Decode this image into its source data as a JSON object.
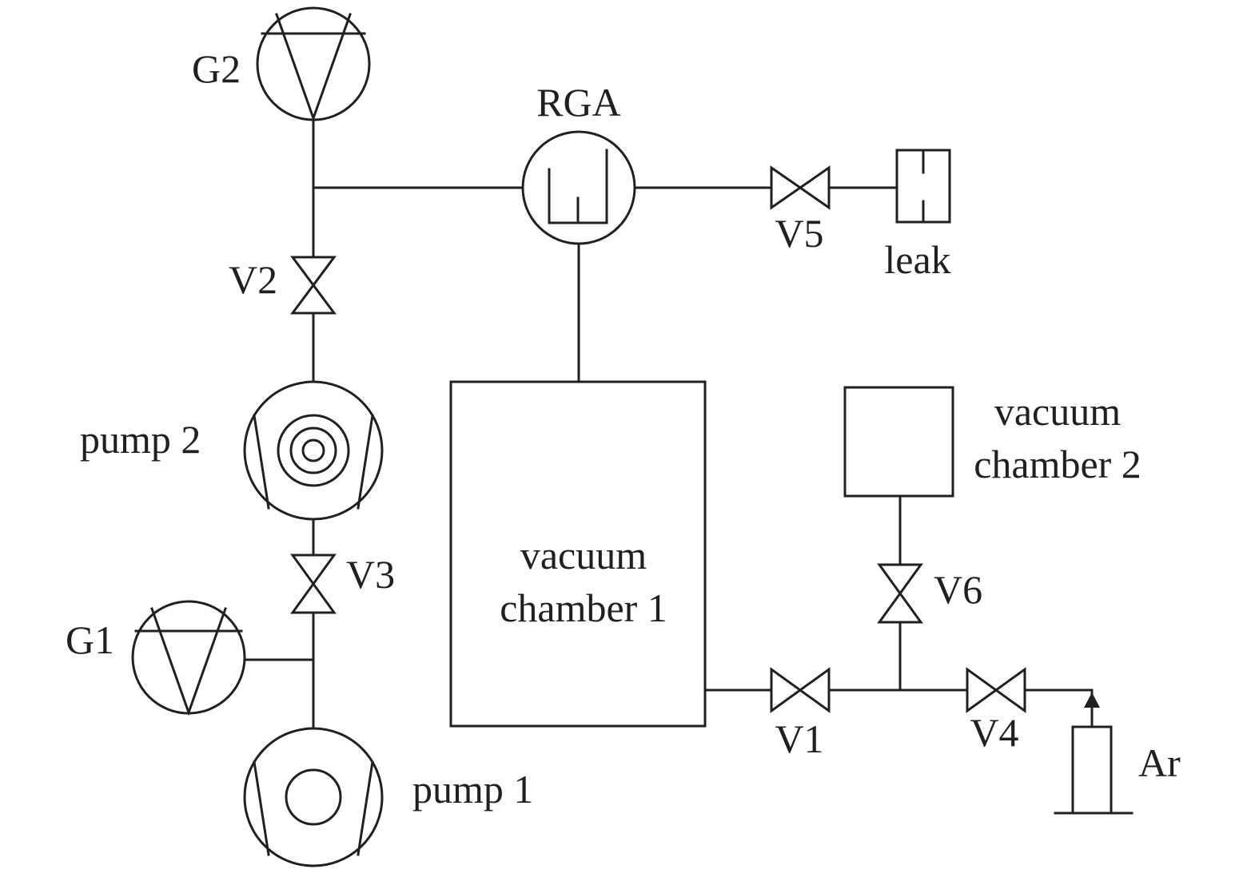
{
  "labels": {
    "g2": "G2",
    "g1": "G1",
    "rga": "RGA",
    "v1": "V1",
    "v2": "V2",
    "v3": "V3",
    "v4": "V4",
    "v5": "V5",
    "v6": "V6",
    "leak": "leak",
    "pump2": "pump 2",
    "pump1": "pump 1",
    "chamber1_line1": "vacuum",
    "chamber1_line2": "chamber 1",
    "chamber2_line1": "vacuum",
    "chamber2_line2": "chamber 2",
    "ar": "Ar"
  },
  "colors": {
    "stroke": "#231f20",
    "background": "#ffffff"
  }
}
